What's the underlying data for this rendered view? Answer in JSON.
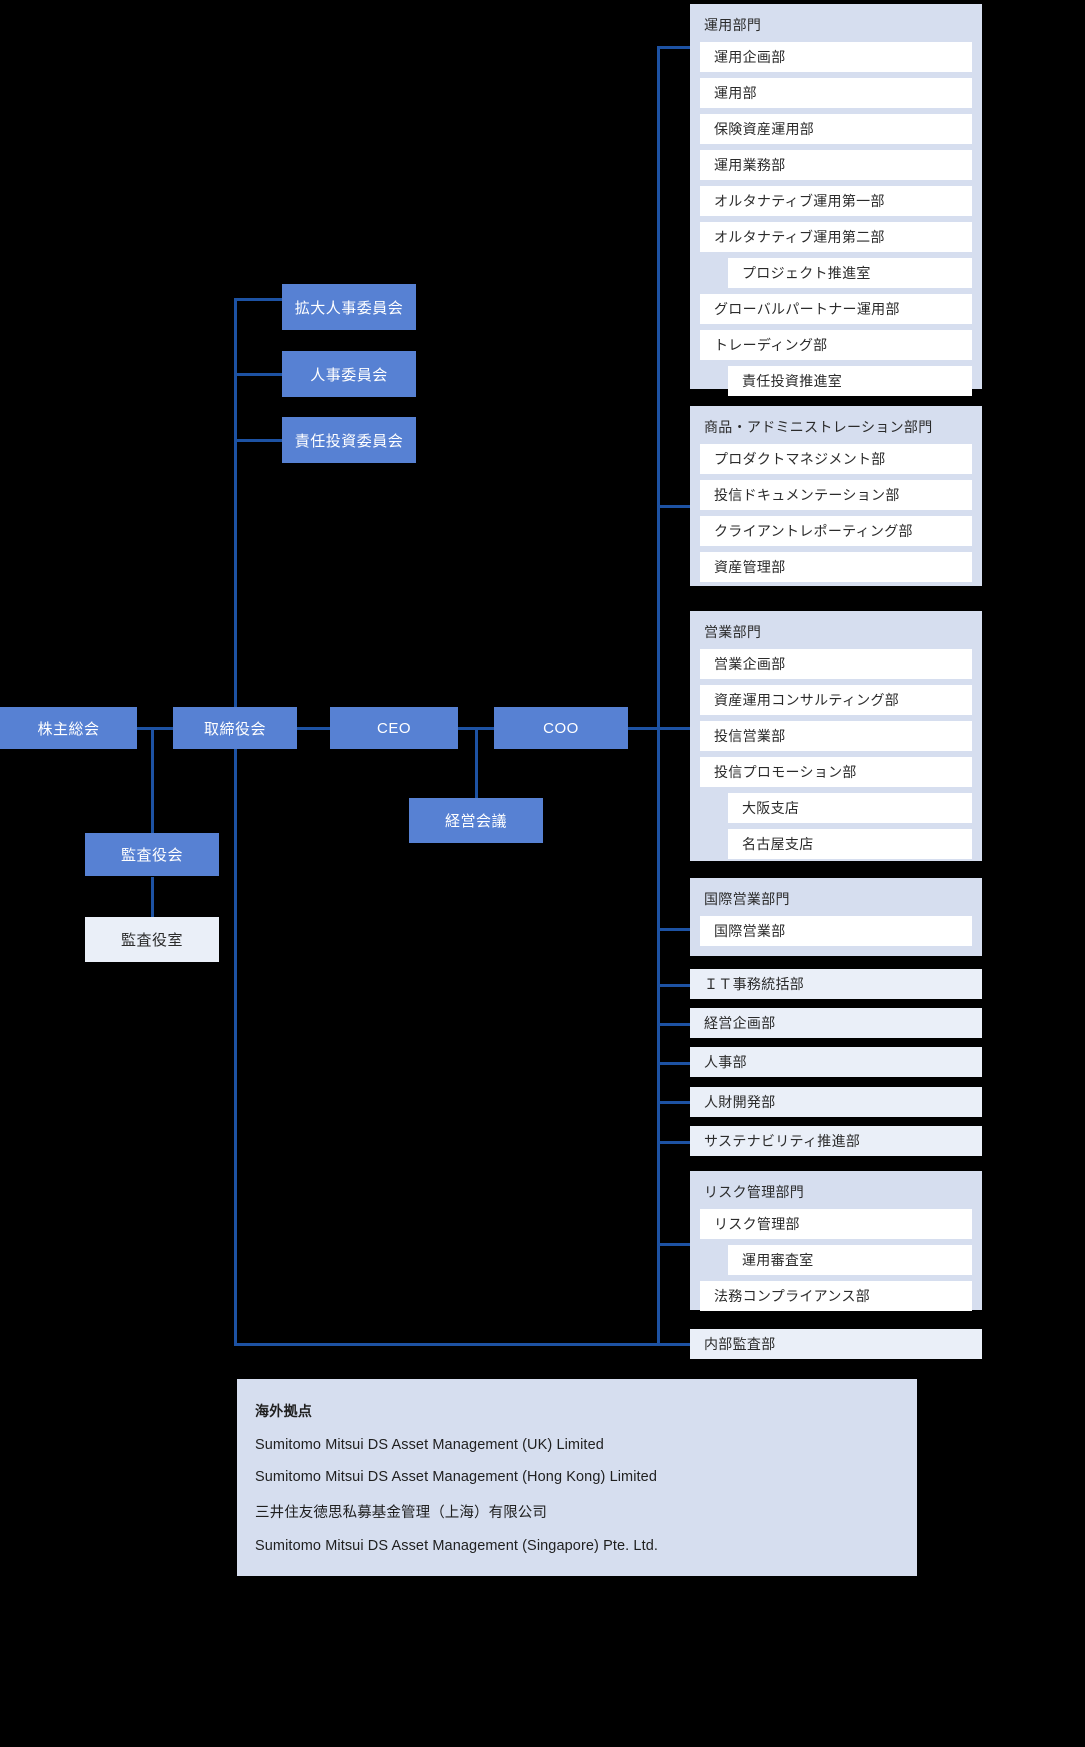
{
  "theme": {
    "background": "#000000",
    "governance_box_fill": "#5781d3",
    "governance_box_text": "#ffffff",
    "panel_fill": "#d6deef",
    "department_fill": "#ffffff",
    "solo_department_fill": "#eaeff8",
    "connector_line": "#1d52a3",
    "body_text": "#2b2b2b"
  },
  "governance": {
    "shareholders_meeting": "株主総会",
    "board_of_directors": "取締役会",
    "ceo": "CEO",
    "coo": "COO",
    "audit_and_supervisory_board": "監査役会",
    "audit_office": "監査役室",
    "management_meeting": "経営会議",
    "committees": [
      {
        "label": "拡大人事委員会"
      },
      {
        "label": "人事委員会"
      },
      {
        "label": "責任投資委員会"
      }
    ]
  },
  "divisions": [
    {
      "title": "運用部門",
      "departments": [
        {
          "label": "運用企画部",
          "sub": false
        },
        {
          "label": "運用部",
          "sub": false
        },
        {
          "label": "保険資産運用部",
          "sub": false
        },
        {
          "label": "運用業務部",
          "sub": false
        },
        {
          "label": "オルタナティブ運用第一部",
          "sub": false
        },
        {
          "label": "オルタナティブ運用第二部",
          "sub": false
        },
        {
          "label": "プロジェクト推進室",
          "sub": true
        },
        {
          "label": "グローバルパートナー運用部",
          "sub": false
        },
        {
          "label": "トレーディング部",
          "sub": false
        },
        {
          "label": "責任投資推進室",
          "sub": true
        }
      ]
    },
    {
      "title": "商品・アドミニストレーション部門",
      "departments": [
        {
          "label": "プロダクトマネジメント部",
          "sub": false
        },
        {
          "label": "投信ドキュメンテーション部",
          "sub": false
        },
        {
          "label": "クライアントレポーティング部",
          "sub": false
        },
        {
          "label": "資産管理部",
          "sub": false
        }
      ]
    },
    {
      "title": "営業部門",
      "departments": [
        {
          "label": "営業企画部",
          "sub": false
        },
        {
          "label": "資産運用コンサルティング部",
          "sub": false
        },
        {
          "label": "投信営業部",
          "sub": false
        },
        {
          "label": "投信プロモーション部",
          "sub": false
        },
        {
          "label": "大阪支店",
          "sub": true
        },
        {
          "label": "名古屋支店",
          "sub": true
        }
      ]
    },
    {
      "title": "国際営業部門",
      "departments": [
        {
          "label": "国際営業部",
          "sub": false
        }
      ]
    },
    {
      "title": "リスク管理部門",
      "departments": [
        {
          "label": "リスク管理部",
          "sub": false
        },
        {
          "label": "運用審査室",
          "sub": true
        },
        {
          "label": "法務コンプライアンス部",
          "sub": false
        }
      ]
    }
  ],
  "standalone_departments": [
    {
      "label": "ＩＴ事務統括部"
    },
    {
      "label": "経営企画部"
    },
    {
      "label": "人事部"
    },
    {
      "label": "人財開発部"
    },
    {
      "label": "サステナビリティ推進部"
    }
  ],
  "internal_audit": {
    "label": "内部監査部"
  },
  "overseas": {
    "title": "海外拠点",
    "items": [
      "Sumitomo Mitsui DS Asset Management (UK) Limited",
      "Sumitomo Mitsui DS Asset Management (Hong Kong) Limited",
      "三井住友徳思私募基金管理（上海）有限公司",
      "Sumitomo Mitsui DS Asset Management (Singapore) Pte. Ltd."
    ]
  }
}
